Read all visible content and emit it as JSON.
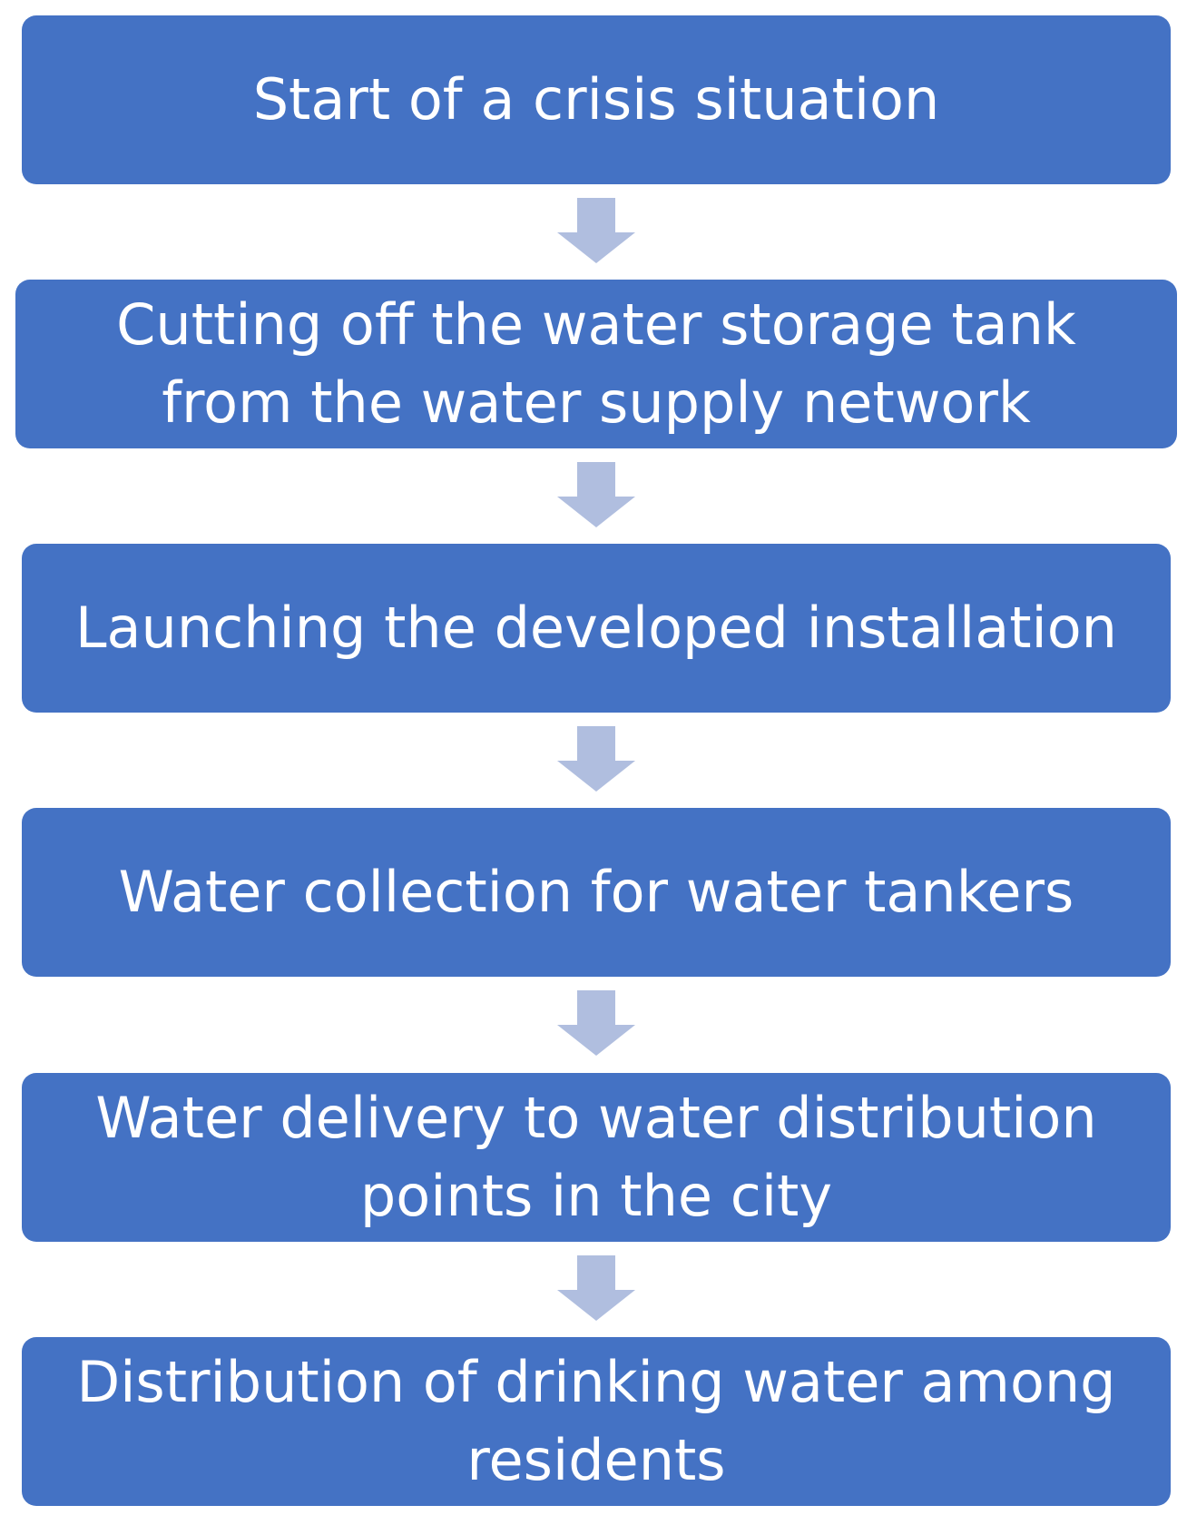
{
  "colors": {
    "box_fill": "#4472C4",
    "arrow_fill": "#B0BEDF",
    "text": "#FFFFFF"
  },
  "steps": [
    {
      "label": "Start of a crisis situation"
    },
    {
      "label": "Cutting off the water storage tank\nfrom the water supply network"
    },
    {
      "label": "Launching the developed installation"
    },
    {
      "label": "Water collection for water tankers"
    },
    {
      "label": "Water delivery to water distribution\npoints in the city"
    },
    {
      "label": "Distribution of drinking water among\nresidents"
    }
  ],
  "connectors": [
    {
      "from": 0,
      "to": 1,
      "icon": "arrow-down-icon"
    },
    {
      "from": 1,
      "to": 2,
      "icon": "arrow-down-icon"
    },
    {
      "from": 2,
      "to": 3,
      "icon": "arrow-down-icon"
    },
    {
      "from": 3,
      "to": 4,
      "icon": "arrow-down-icon"
    },
    {
      "from": 4,
      "to": 5,
      "icon": "arrow-down-icon"
    }
  ]
}
